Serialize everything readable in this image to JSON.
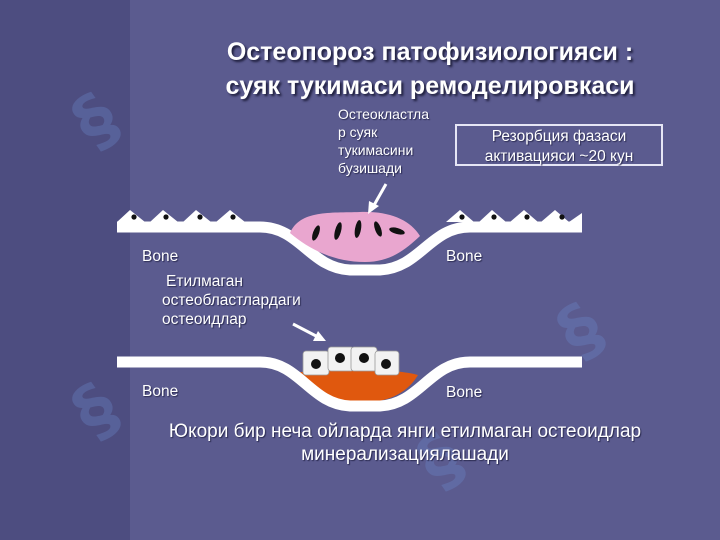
{
  "slide": {
    "title_line1": "Остеопороз патофизиологияси :",
    "title_line2": "суяк тукимаси ремоделировкаси",
    "osteoclast_lines": [
      "Остеокластла",
      "р суяк",
      "тукимасини",
      "бузишади"
    ],
    "phase_box_lines": [
      "Резорбция фазаси",
      "активацияси ~20 кун"
    ],
    "bone_label": "Bone",
    "osteoid_lines": [
      "Етилмаган",
      "остеобластлардаги",
      "остеоидлар"
    ],
    "bottom_line1": "Юкори бир неча ойларда янги етилмаган остеоидлар",
    "bottom_line2": "минерализациялашади"
  },
  "colors": {
    "background": "#5b5b8f",
    "bone": "#ffffff",
    "osteoclast": "#e9a6cf",
    "osteoid": "#e0580e",
    "watermark": "#6f8fcf"
  },
  "icons": [
    "watermark-logo-icon",
    "arrow-icon"
  ]
}
